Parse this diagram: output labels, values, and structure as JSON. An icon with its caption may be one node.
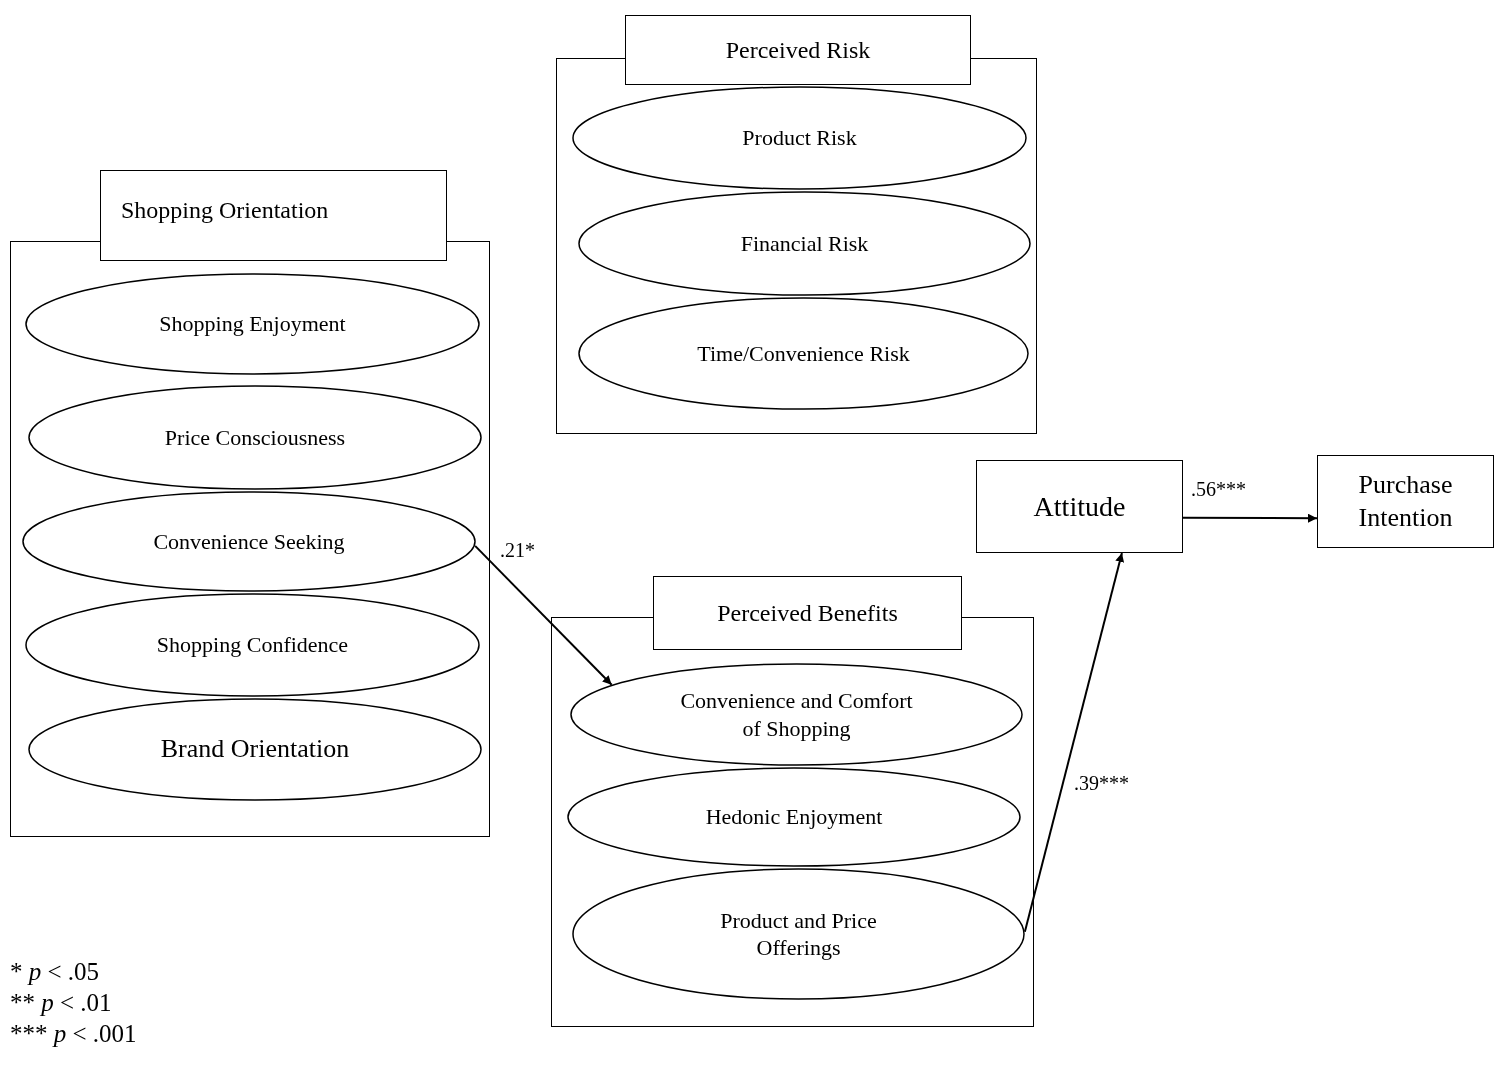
{
  "diagram": {
    "nodes": [
      {
        "text": [
          "Perceived Risk"
        ]
      },
      {
        "text": [
          "Product Risk"
        ],
        "in": 0
      },
      {
        "text": [
          "Financial Risk"
        ],
        "in": 0
      },
      {
        "text": [
          "Time/Convenience Risk"
        ],
        "in": 0
      },
      {
        "text": [
          "Shopping Orientation"
        ]
      },
      {
        "text": [
          "Shopping Enjoyment"
        ],
        "in": 4
      },
      {
        "text": [
          "Price Consciousness"
        ],
        "in": 4
      },
      {
        "text": [
          "Convenience Seeking"
        ],
        "in": 4
      },
      {
        "text": [
          "Shopping Confidence"
        ],
        "in": 4
      },
      {
        "text": [
          "Brand Orientation"
        ],
        "in": 4
      },
      {
        "text": [
          "Attitude"
        ]
      },
      {
        "text": [
          "Purchase Intention"
        ]
      },
      {
        "text": [
          "Perceived Benefits"
        ]
      },
      {
        "text": [
          "Convenience and Comfort of Shopping"
        ],
        "in": 12
      },
      {
        "text": [
          "Hedonic Enjoyment"
        ],
        "in": 12
      },
      {
        "text": [
          "Product and Price Offerings"
        ],
        "in": 12
      }
    ],
    "edges": [
      {
        "from": 7,
        "to": 13,
        "arrow": "to",
        "label": ".21*"
      },
      {
        "from": 15,
        "to": 10,
        "arrow": "to",
        "label": ".39***"
      },
      {
        "from": 10,
        "to": 11,
        "arrow": "to",
        "label": ".56***"
      }
    ],
    "labels": [
      "* *p* < .05",
      "** *p* < .01",
      "*** *p* < .001"
    ]
  }
}
